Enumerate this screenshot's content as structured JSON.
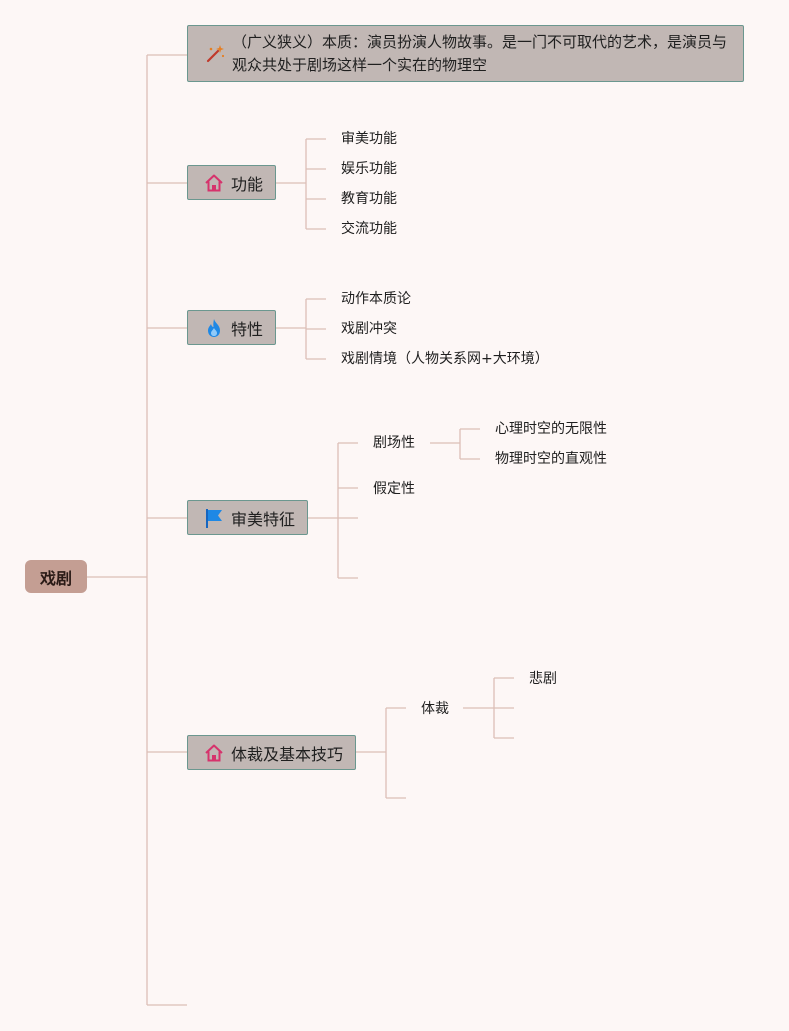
{
  "root": "戏剧",
  "essence": "（广义狭义）本质：演员扮演人物故事。是一门不可取代的艺术，是演员与观众共处于剧场这样一个实在的物理空",
  "function": {
    "label": "功能",
    "items": [
      "审美功能",
      "娱乐功能",
      "教育功能",
      "交流功能"
    ]
  },
  "trait": {
    "label": "特性",
    "items": [
      "动作本质论",
      "戏剧冲突",
      "戏剧情境（人物关系网+大环境）"
    ]
  },
  "aesthetic": {
    "label": "审美特征",
    "theatricality": {
      "label": "剧场性",
      "items": [
        "心理时空的无限性",
        "物理时空的直观性"
      ]
    },
    "supposition": "假定性"
  },
  "genre": {
    "label": "体裁及基本技巧",
    "genre": {
      "label": "体裁",
      "items": [
        "悲剧"
      ]
    }
  },
  "colors": {
    "background": "#fdf7f6",
    "root_fill": "#c49e93",
    "box_fill": "#c1b7b4",
    "box_border": "#6b978f",
    "connector": "#dcbfb7"
  },
  "icons": {
    "essence": "magic-wand-icon",
    "function": "home-icon",
    "trait": "flame-icon",
    "aesthetic": "flag-icon",
    "genre": "home-icon"
  }
}
